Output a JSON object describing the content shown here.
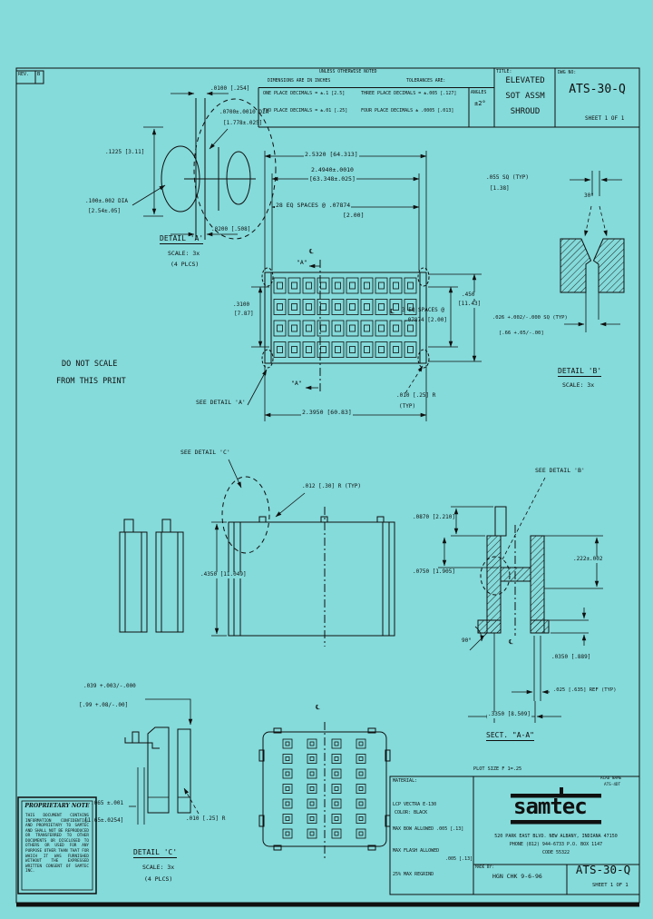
{
  "colors": {
    "background": "#85DADA",
    "line": "#101010"
  },
  "sheet": {
    "rev_label": "REV.",
    "rev_value": "B",
    "do_not_scale_1": "DO NOT SCALE",
    "do_not_scale_2": "FROM THIS PRINT"
  },
  "tolerance_block": {
    "unless": "UNLESS OTHERWISE NOTED",
    "dims_in": "DIMENSIONS ARE IN INCHES",
    "tols_are": "TOLERANCES ARE:",
    "row1_left": "ONE PLACE DECIMALS = ±.1 [2.5]",
    "row1_right": "THREE PLACE DECIMALS = ±.005 [.127]",
    "row2_left": "TWO PLACE DECIMALS = ±.01 [.25]",
    "row2_right": "FOUR PLACE DECIMALS ± .0005 [.013]",
    "angles_label": "ANGLES",
    "angles_value": "±2°"
  },
  "title_block": {
    "title_label": "TITLE:",
    "title_line1": "ELEVATED",
    "title_line2": "SOT ASSM",
    "title_line3": "SHROUD",
    "dwg_label": "DWG NO:",
    "dwg_no": "ATS-30-Q",
    "sheet_note": "SHEET 1 OF 1"
  },
  "detail_a": {
    "dim_top": ".0100 [.254]",
    "dia1": ".0700±.0010 DIA",
    "dia1_mm": "[1.778±.025]",
    "dim_height": ".1225 [3.11]",
    "dia2": ".100±.002 DIA",
    "dia2_mm": "[2.54±.05]",
    "dim_bottom": ".0200 [.508]",
    "name": "DETAIL 'A'",
    "scale": "SCALE: 3x",
    "plcs": "(4 PLCS)"
  },
  "plan_view": {
    "overall_width": "2.5320 [64.313]",
    "pin_span": "2.4940±.0010",
    "pin_span_mm": "[63.348±.025]",
    "eq_spaces": "28 EQ SPACES @ .07874",
    "eq_spaces_mm": "[2.00]",
    "row_spaces_1": "3 EQ SPACES @",
    "row_spaces_2": ".07874 [2.00]",
    "row_height": ".3100",
    "row_height_mm": "[7.87]",
    "body_height": ".450",
    "body_height_mm": "[11.43]",
    "body_width": "2.3950 [60.83]",
    "corner_r": ".010 [.25] R",
    "corner_r2": "(TYP)",
    "see_detail_a": "SEE DETAIL 'A'",
    "sect_marker": "\"A\"",
    "centerline": "℄"
  },
  "detail_b": {
    "sq_typ": ".055 SQ (TYP)",
    "sq_typ_mm": "[1.38]",
    "angle": "30°",
    "pin_sq_1": ".026 +.002/-.000 SQ (TYP)",
    "pin_sq_2": "[.66 +.05/-.00]",
    "name": "DETAIL 'B'",
    "scale": "SCALE: 3x",
    "see": "SEE DETAIL 'B'"
  },
  "elevation": {
    "see_detail_c": "SEE DETAIL 'C'",
    "tip_r": ".012 [.30] R (TYP)",
    "height": ".4350 [11.049]"
  },
  "sect_aa": {
    "dim_top": ".0870 [2.210]",
    "dim_mid": ".0750 [1.905]",
    "dim_right": ".222±.002",
    "angle": "90°",
    "foot": ".0350 [.889]",
    "ref": ".025 [.635] REF (TYP)",
    "width": ".3350 [8.509]",
    "name": "SECT. \"A-A\"",
    "centerline": "℄"
  },
  "detail_c": {
    "dim1": ".039 +.003/-.000",
    "dim1_mm": "[.99 +.08/-.00]",
    "dim2": ".065 ±.001",
    "dim2_mm": "[1.65±.0254]",
    "radius": ".010 [.25] R",
    "name": "DETAIL 'C'",
    "scale": "SCALE: 3x",
    "plcs": "(4 PLCS)"
  },
  "bottom_view": {
    "centerline": "℄"
  },
  "proprietary": {
    "title": "PROPRIETARY NOTE",
    "body": "THIS DOCUMENT CONTAINS INFORMATION CONFIDENTIAL AND PROPRIETARY TO SAMTEC AND SHALL NOT BE REPRODUCED OR TRANSFERRED TO OTHER DOCUMENTS OR DISCLOSED TO OTHERS OR USED FOR ANY PURPOSE OTHER THAN THAT FOR WHICH IT WAS FURNISHED WITHOUT THE EXPRESSED WRITTEN CONSENT OF SAMTEC INC."
  },
  "material_block": {
    "material_label": "MATERIAL:",
    "material": "LCP VECTRA E-130",
    "color": "COLOR: BLACK",
    "bow": "MAX BOW ALLOWED .005 [.13]",
    "flash": "MAX FLASH ALLOWED",
    "flash_val": ".005 [.13]",
    "regrind": "25% MAX REGRIND"
  },
  "samtec_block": {
    "plot": "PLOT SIZE F 1=.25",
    "acad1": "ACAD NAME",
    "acad2": "ATS-4DT",
    "logo": "samtec",
    "address1": "520 PARK EAST BLVD.  NEW ALBANY, INDIANA 47150",
    "address2": "PHONE (812) 944-6733  P.O. BOX 1147",
    "address3": "CODE 55322",
    "made_by": "MADE BY:",
    "made_val": "HGN CHK 9-6-96",
    "dwg_no": "ATS-30-Q",
    "sheet_note": "SHEET 1 OF 1"
  }
}
